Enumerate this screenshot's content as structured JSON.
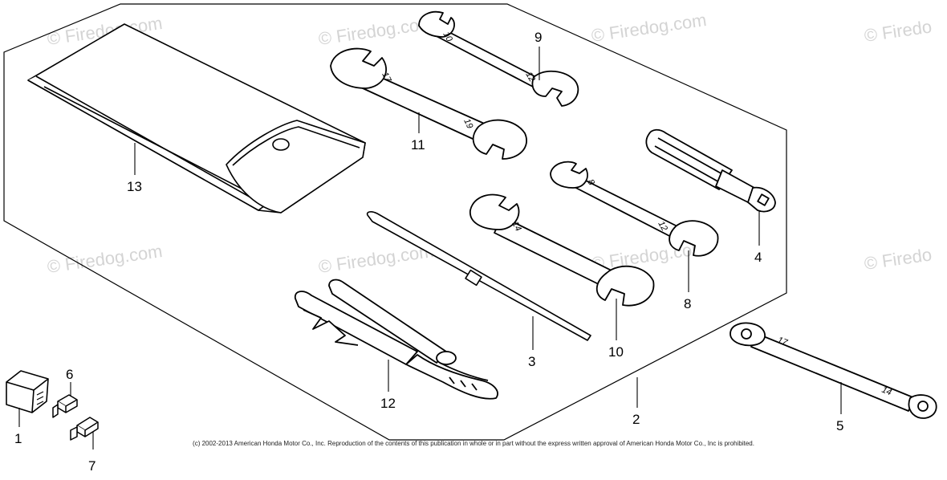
{
  "watermarks": [
    "© Firedog.com",
    "© Firedog.com",
    "© Firedog.com",
    "© Firedo",
    "© Firedog.com",
    "© Firedog.com",
    "© Firedog.com",
    "© Firedo"
  ],
  "parts": [
    {
      "ref": "1"
    },
    {
      "ref": "2"
    },
    {
      "ref": "3"
    },
    {
      "ref": "4"
    },
    {
      "ref": "5"
    },
    {
      "ref": "6"
    },
    {
      "ref": "7"
    },
    {
      "ref": "8"
    },
    {
      "ref": "9"
    },
    {
      "ref": "10"
    },
    {
      "ref": "11"
    },
    {
      "ref": "12"
    },
    {
      "ref": "13"
    }
  ],
  "wrench_stamps": {
    "w9_a": "10",
    "w9_b": "12",
    "w11_a": "17",
    "w11_b": "19",
    "w10_a": "14",
    "w8_a": "8",
    "w8_b": "12",
    "w5_a": "17",
    "w5_b": "14"
  },
  "copyright": "(c) 2002-2013 American Honda Motor Co., Inc. Reproduction of the contents of this publication in whole or in part without the express written approval of American Honda Motor Co., Inc is prohibited."
}
